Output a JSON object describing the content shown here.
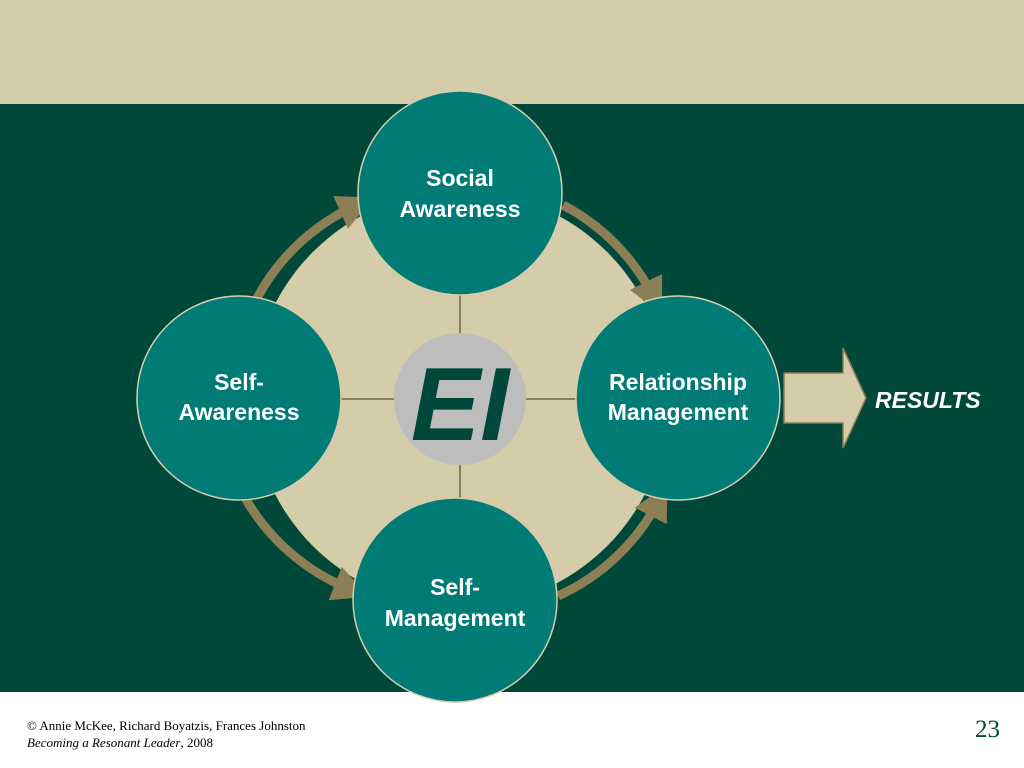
{
  "nodes": {
    "social": {
      "line1": "Social",
      "line2": "Awareness"
    },
    "self_awareness": {
      "line1": "Self-",
      "line2": "Awareness"
    },
    "relationship": {
      "line1": "Relationship",
      "line2": "Management"
    },
    "self_management": {
      "line1": "Self-",
      "line2": "Management"
    }
  },
  "center": {
    "text": "EI"
  },
  "results": {
    "label": "RESULTS"
  },
  "footer": {
    "copyright": "© Annie McKee, Richard Boyatzis, Frances Johnston",
    "book_title": "Becoming a Resonant Leader",
    "year": ", 2008",
    "page_number": "23"
  },
  "colors": {
    "top_band": "#d5cda9",
    "main_band": "#00483a",
    "circle_fill": "#007b76",
    "ring_fill": "#d5cda9",
    "arrow_fill": "#8c7e55",
    "center_fill": "#bdbdbd"
  }
}
